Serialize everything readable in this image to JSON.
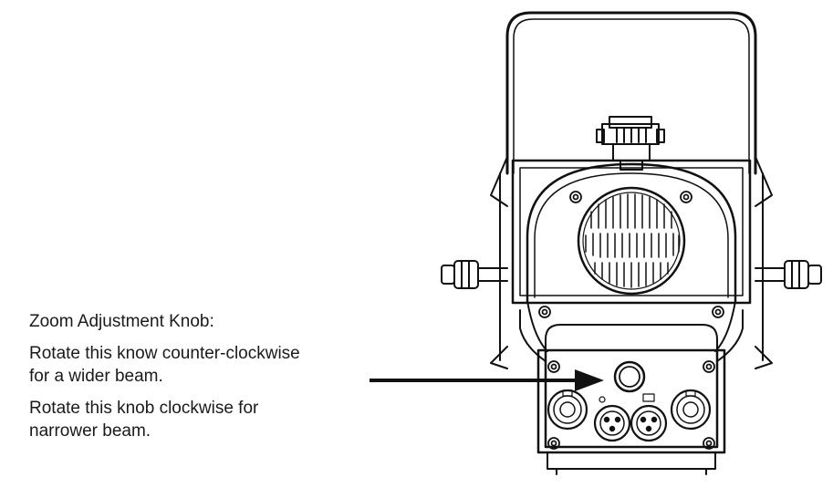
{
  "callout": {
    "title": "Zoom Adjustment Knob:",
    "counter_clockwise": {
      "line1": "Rotate this know counter-clockwise",
      "line2": "for a wider beam."
    },
    "clockwise": {
      "line1": "Rotate this knob clockwise for",
      "line2": "narrower beam."
    }
  },
  "colors": {
    "stroke": "#111111",
    "text": "#1a1a1a",
    "background": "#ffffff"
  }
}
